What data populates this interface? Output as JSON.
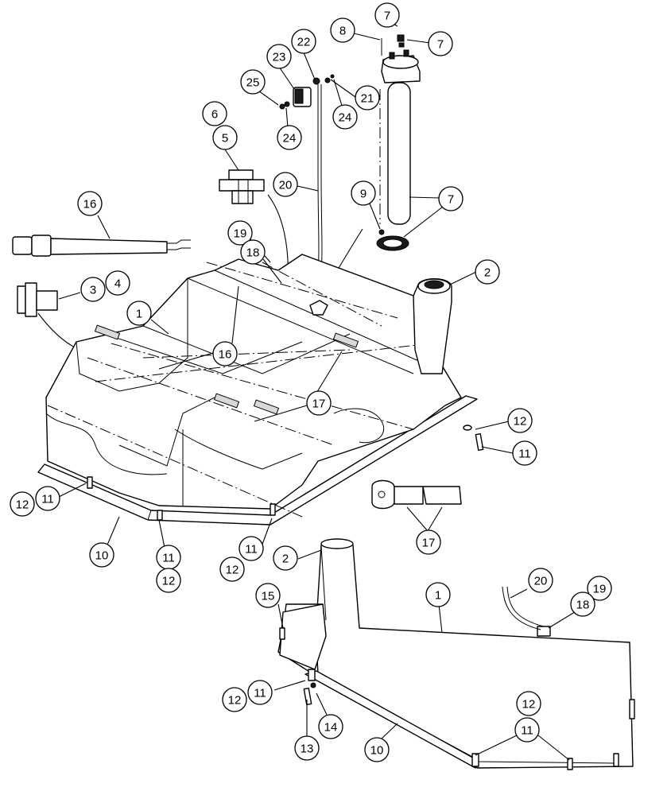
{
  "diagram": {
    "callouts": [
      {
        "id": "c7a",
        "label": "7"
      },
      {
        "id": "c8",
        "label": "8"
      },
      {
        "id": "c7b",
        "label": "7"
      },
      {
        "id": "c22",
        "label": "22"
      },
      {
        "id": "c23",
        "label": "23"
      },
      {
        "id": "c25",
        "label": "25"
      },
      {
        "id": "c21",
        "label": "21"
      },
      {
        "id": "c24a",
        "label": "24"
      },
      {
        "id": "c24b",
        "label": "24"
      },
      {
        "id": "c6",
        "label": "6"
      },
      {
        "id": "c5",
        "label": "5"
      },
      {
        "id": "c20a",
        "label": "20"
      },
      {
        "id": "c9",
        "label": "9"
      },
      {
        "id": "c7c",
        "label": "7"
      },
      {
        "id": "c16a",
        "label": "16"
      },
      {
        "id": "c19a",
        "label": "19"
      },
      {
        "id": "c18a",
        "label": "18"
      },
      {
        "id": "c2a",
        "label": "2"
      },
      {
        "id": "c3",
        "label": "3"
      },
      {
        "id": "c4",
        "label": "4"
      },
      {
        "id": "c1a",
        "label": "1"
      },
      {
        "id": "c16b",
        "label": "16"
      },
      {
        "id": "c17a",
        "label": "17"
      },
      {
        "id": "c12a",
        "label": "12"
      },
      {
        "id": "c11a",
        "label": "11"
      },
      {
        "id": "c12b",
        "label": "12"
      },
      {
        "id": "c11b",
        "label": "11"
      },
      {
        "id": "c17b",
        "label": "17"
      },
      {
        "id": "c10a",
        "label": "10"
      },
      {
        "id": "c11c",
        "label": "11"
      },
      {
        "id": "c12c",
        "label": "12"
      },
      {
        "id": "c11d",
        "label": "11"
      },
      {
        "id": "c12d",
        "label": "12"
      },
      {
        "id": "c2b",
        "label": "2"
      },
      {
        "id": "c1b",
        "label": "1"
      },
      {
        "id": "c20b",
        "label": "20"
      },
      {
        "id": "c19b",
        "label": "19"
      },
      {
        "id": "c18b",
        "label": "18"
      },
      {
        "id": "c15",
        "label": "15"
      },
      {
        "id": "c12e",
        "label": "12"
      },
      {
        "id": "c11e",
        "label": "11"
      },
      {
        "id": "c12f",
        "label": "12"
      },
      {
        "id": "c11f",
        "label": "11"
      },
      {
        "id": "c14",
        "label": "14"
      },
      {
        "id": "c13",
        "label": "13"
      },
      {
        "id": "c10b",
        "label": "10"
      }
    ]
  }
}
